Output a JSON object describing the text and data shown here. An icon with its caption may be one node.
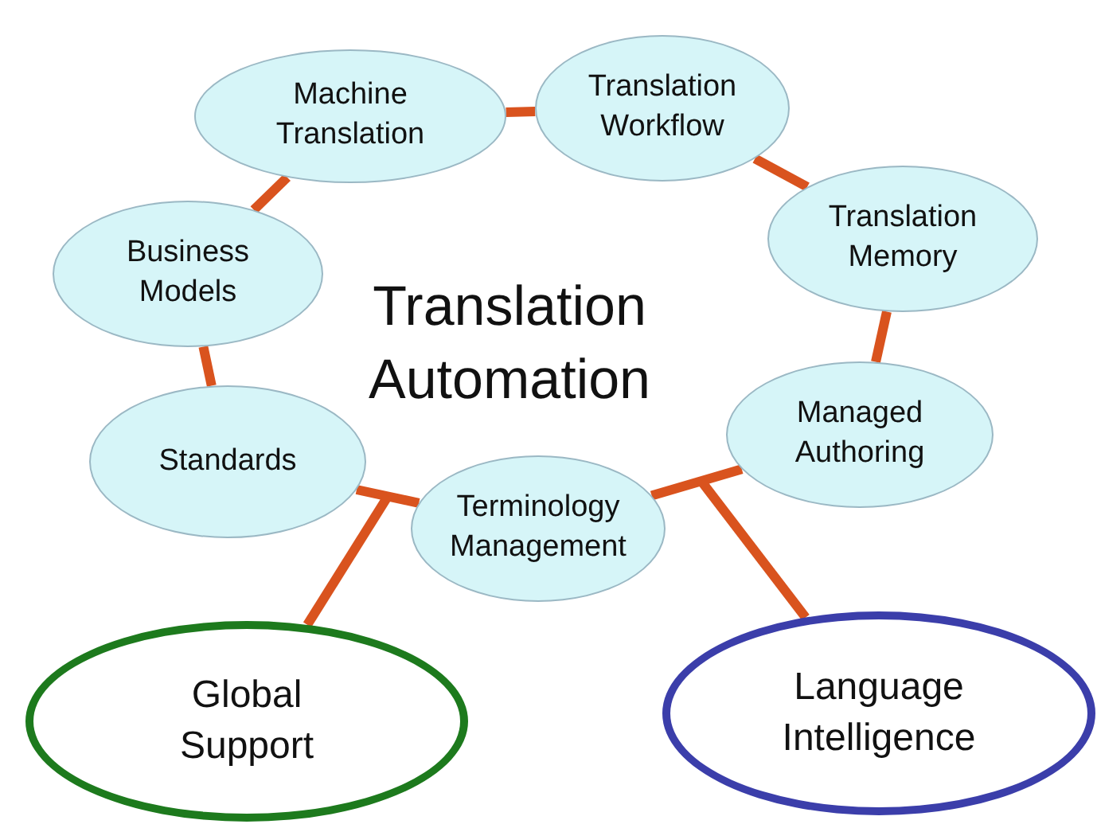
{
  "diagram": {
    "nodes": [
      {
        "text": [
          "Translation Workflow"
        ]
      },
      {
        "text": [
          "Machine Translation"
        ]
      },
      {
        "text": [
          "Translation Memory"
        ]
      },
      {
        "text": [
          "Business Models"
        ]
      },
      {
        "text": [
          "Managed Authoring"
        ]
      },
      {
        "text": [
          "Standards"
        ]
      },
      {
        "text": [
          "Terminology Management"
        ]
      },
      {
        "text": [
          "Language Intelligence"
        ]
      },
      {
        "text": [
          "Global Support"
        ]
      }
    ],
    "edges": [
      {
        "from": 1,
        "to": 0,
        "arrow": "none"
      },
      {
        "from": 0,
        "to": 2,
        "arrow": "none"
      },
      {
        "from": 2,
        "to": 4,
        "arrow": "none"
      },
      {
        "from": 4,
        "to": 6,
        "arrow": "none"
      },
      {
        "from": 6,
        "to": 5,
        "arrow": "none"
      },
      {
        "from": 5,
        "to": 3,
        "arrow": "none"
      },
      {
        "from": 3,
        "to": 1,
        "arrow": "none"
      },
      {
        "from": 8,
        "to": null,
        "arrow": "none"
      },
      {
        "from": 7,
        "to": null,
        "arrow": "none"
      }
    ],
    "labels": [
      "Translation Automation"
    ]
  }
}
